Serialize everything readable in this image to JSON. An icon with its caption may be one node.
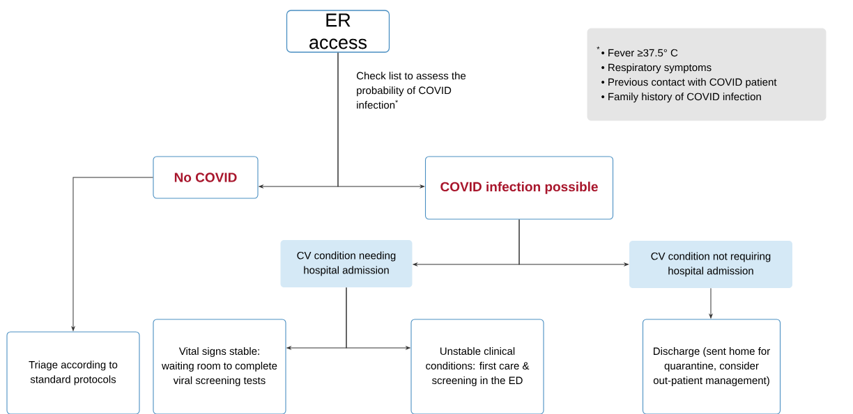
{
  "diagram": {
    "nodes": [
      {
        "text": [
          "ER access"
        ]
      },
      {
        "text": [
          "No COVID"
        ]
      },
      {
        "text": [
          "COVID infection possible"
        ]
      },
      {
        "text": [
          "CV condition needing hospital admission"
        ]
      },
      {
        "text": [
          "CV condition not requiring hospital admission"
        ]
      },
      {
        "text": [
          "Triage according to standard protocols"
        ]
      },
      {
        "text": [
          "Vital signs stable: waiting room to complete viral screening tests"
        ]
      },
      {
        "text": [
          "Unstable clinical conditions: first care & screening in the ED"
        ]
      },
      {
        "text": [
          "Discharge (sent home for quarantine, consider out-patient management)"
        ]
      },
      {
        "text": [
          "*",
          "• Fever ≥37.5° C",
          "• Respiratory symptoms",
          "• Previous contact with COVID patient",
          "• Family history of COVID infection"
        ]
      }
    ],
    "edges": [
      {
        "from": 0,
        "to": 1,
        "arrow": "to",
        "label": "Check list to assess the probability of COVID infection$^{*}$"
      },
      {
        "from": 0,
        "to": 2,
        "arrow": "to"
      },
      {
        "from": 2,
        "to": 3,
        "arrow": "to"
      },
      {
        "from": 2,
        "to": 4,
        "arrow": "to"
      },
      {
        "from": 3,
        "to": 6,
        "arrow": "to"
      },
      {
        "from": 3,
        "to": 7,
        "arrow": "to"
      },
      {
        "from": 4,
        "to": 8,
        "arrow": "to"
      },
      {
        "from": 1,
        "to": 5,
        "arrow": "to"
      }
    ]
  }
}
